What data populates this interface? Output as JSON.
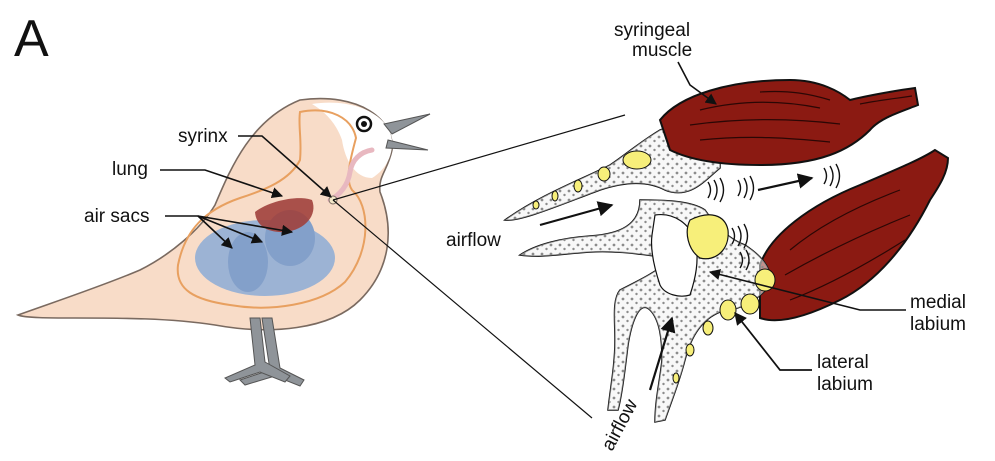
{
  "figure": {
    "panel_letter": "A",
    "labels": {
      "syrinx": "syrinx",
      "lung": "lung",
      "air_sacs": "air sacs",
      "syringeal_muscle_1": "syringeal",
      "syringeal_muscle_2": "muscle",
      "airflow_top": "airflow",
      "airflow_bottom": "airflow",
      "medial_labium_1": "medial",
      "medial_labium_2": "labium",
      "lateral_labium_1": "lateral",
      "lateral_labium_2": "labium"
    }
  },
  "colors": {
    "bird_body": "#f8dcc8",
    "bird_outline": "#7a6a60",
    "bird_head": "#ffffff",
    "body_inner_outline": "#e8a060",
    "trachea": "#e8b8c0",
    "lung": "#a0403c",
    "air_sacs": "#7ea6d8",
    "beak_legs": "#8f9499",
    "muscle": "#8b1a12",
    "muscle_outline": "#111111",
    "cartilage_fill": "#f2f2f2",
    "labium_yellow": "#f7ef7a",
    "text": "#111111"
  }
}
